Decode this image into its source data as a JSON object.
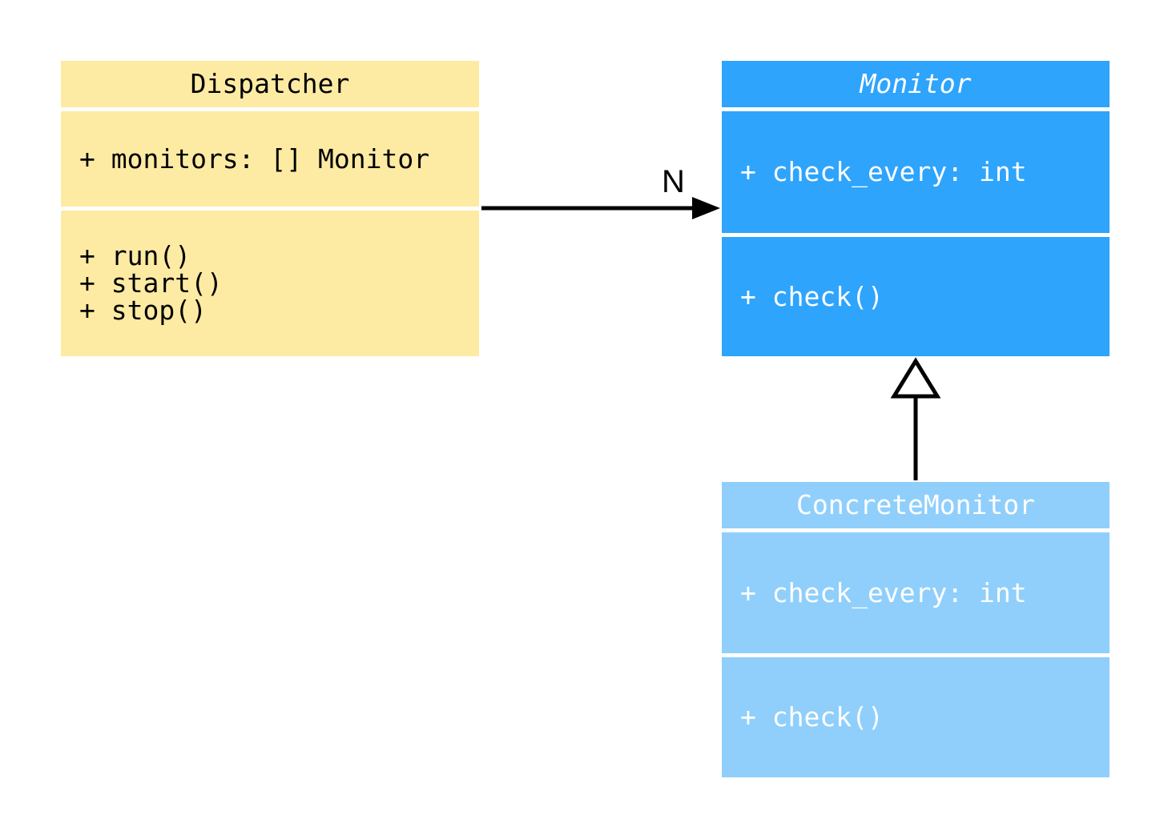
{
  "background": "#FFFFFF",
  "classes": {
    "dispatcher": {
      "name": "Dispatcher",
      "name_italic": false,
      "fill": "#FDEBA4",
      "text_color": "#000000",
      "attributes": [
        "+ monitors: [] Monitor"
      ],
      "methods": [
        "+ run()",
        "+ start()",
        "+ stop()"
      ]
    },
    "monitor": {
      "name": "Monitor",
      "name_italic": true,
      "fill": "#2EA4FC",
      "text_color": "#FFFFFF",
      "attributes": [
        "+ check_every: int"
      ],
      "methods": [
        "+ check()"
      ]
    },
    "concrete_monitor": {
      "name": "ConcreteMonitor",
      "name_italic": false,
      "fill": "#90CFFB",
      "text_color": "#FFFFFF",
      "attributes": [
        "+ check_every: int"
      ],
      "methods": [
        "+ check()"
      ]
    }
  },
  "relations": {
    "association": {
      "from": "Dispatcher",
      "to": "Monitor",
      "label": "N",
      "line_color": "#000000",
      "head": "filled-arrow"
    },
    "inheritance": {
      "from": "ConcreteMonitor",
      "to": "Monitor",
      "line_color": "#000000",
      "head": "hollow-triangle"
    }
  }
}
